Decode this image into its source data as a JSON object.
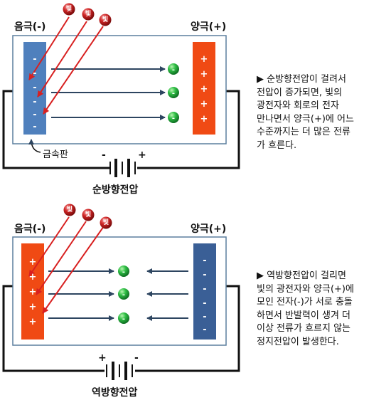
{
  "colors": {
    "negative_plate": "#4f80bd",
    "positive_plate": "#f04a14",
    "negative_plate_dark": "#3a5f96",
    "light_ray": "#d82020",
    "electron_arrow": "#2d4560",
    "electron": "#1fae3a",
    "photon": "#c81e1e"
  },
  "forward": {
    "left_label": "음극(-)",
    "right_label": "양극(+)",
    "photon_labels": [
      "빛",
      "빛",
      "빛"
    ],
    "left_signs": [
      "-",
      "-",
      "-",
      "-",
      "-",
      "-"
    ],
    "right_signs": [
      "+",
      "+",
      "+",
      "+",
      "+"
    ],
    "metal_label": "금속판",
    "battery_left_sign": "-",
    "battery_right_sign": "+",
    "caption": "순방향전압",
    "description": "▶ 순방향전압이 걸려서\n전압이 증가되면, 빛의\n광전자와 회로의 전자\n만나면서 양극(+)에 어느\n수준까지는 더 많은 전류\n가 흐른다."
  },
  "reverse": {
    "left_label": "음극(-)",
    "right_label": "양극(+)",
    "photon_labels": [
      "빛",
      "빛",
      "빛"
    ],
    "left_signs": [
      "+",
      "+",
      "+",
      "+",
      "+"
    ],
    "right_signs": [
      "-",
      "-",
      "-",
      "-",
      "-",
      "-"
    ],
    "battery_left_sign": "+",
    "battery_right_sign": "-",
    "caption": "역방향전압",
    "description": "▶ 역방향전압이 걸리면\n빛의 광전자와 양극(+)에\n모인 전자(-)가 서로 충돌\n하면서 반발력이 생겨 더\n이상 전류가 흐르지 않는\n정지전압이 발생한다."
  }
}
